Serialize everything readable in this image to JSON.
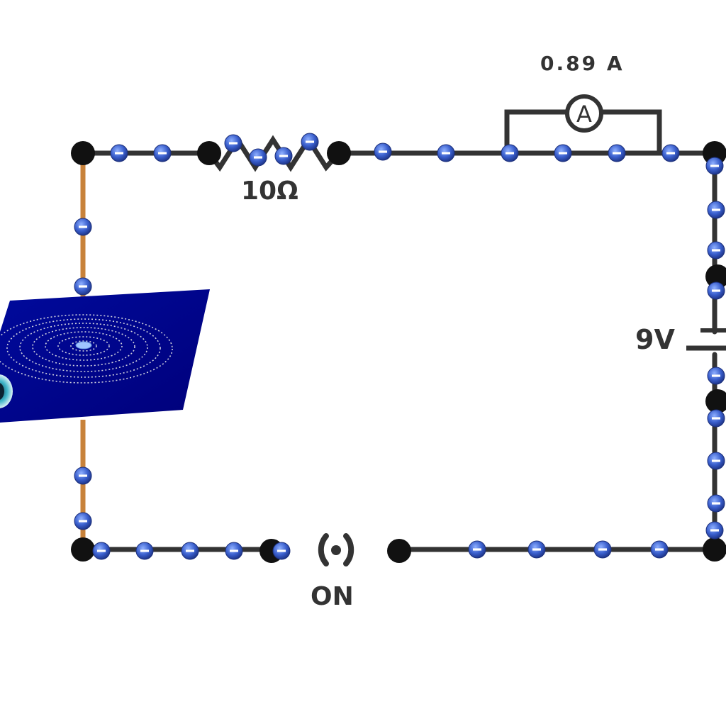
{
  "ammeter": {
    "reading": "0.89 A",
    "symbol": "A"
  },
  "resistor": {
    "label": "10Ω"
  },
  "battery": {
    "label": "9V"
  },
  "switch": {
    "state": "ON"
  },
  "colors": {
    "wire": "#333333",
    "node": "#111111",
    "electron": "#3a5fcd",
    "electron_mark": "#ffffff",
    "conductor": "#c8823a",
    "field_plane": "#00008b",
    "field_lines": "#e6e6e6",
    "label_text": "#333333"
  }
}
